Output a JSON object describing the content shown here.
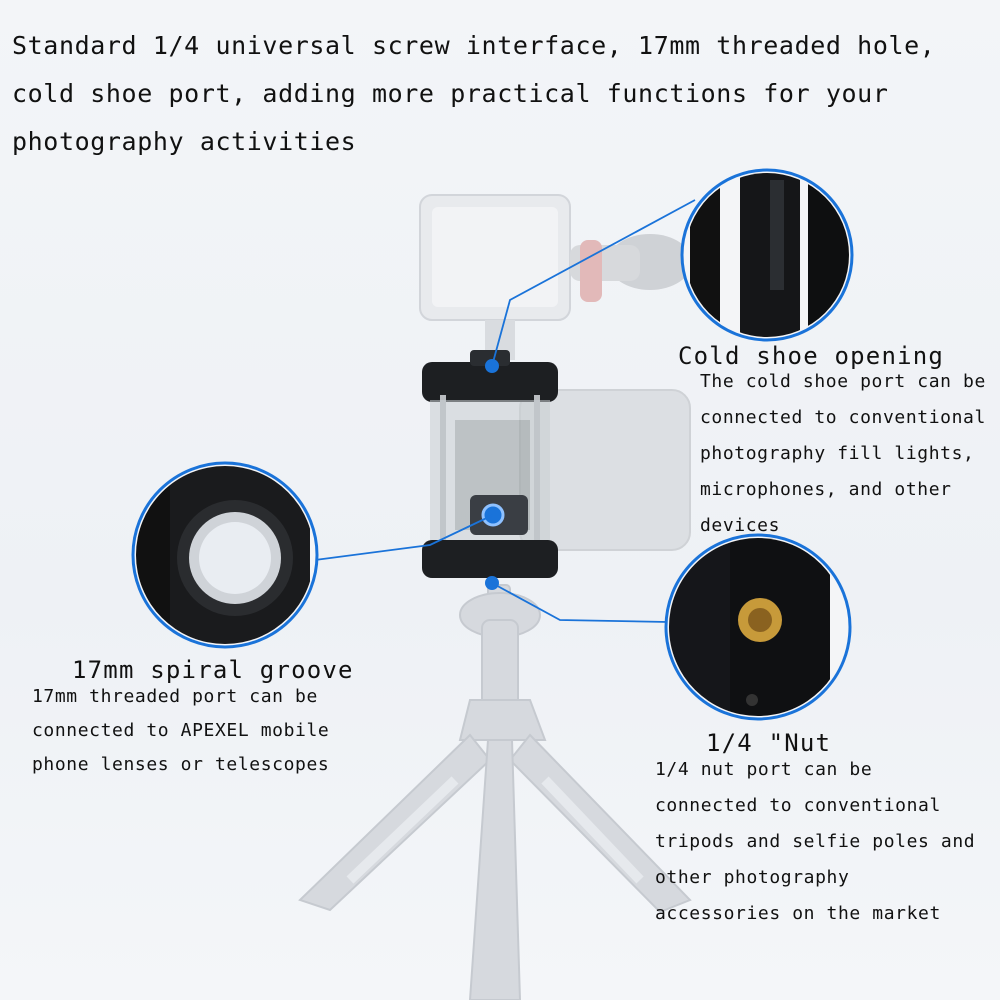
{
  "heading": "Standard 1/4 universal screw interface, 17mm threaded hole, cold shoe port, adding more practical functions for your photography activities",
  "callouts": {
    "cold_shoe": {
      "title": "Cold shoe opening",
      "description": "The cold shoe port can be\nconnected to conventional\nphotography fill lights,\nmicrophones, and other\ndevices"
    },
    "spiral": {
      "title": "17mm spiral groove",
      "description": "17mm threaded port can be\nconnected to APEXEL mobile\nphone lenses or telescopes"
    },
    "nut": {
      "title": "1/4 \"Nut",
      "description": "1/4 nut port can be\nconnected to conventional\ntripods and selfie poles and\nother photography\naccessories on the market"
    }
  },
  "accent_color": "#1a73d9"
}
